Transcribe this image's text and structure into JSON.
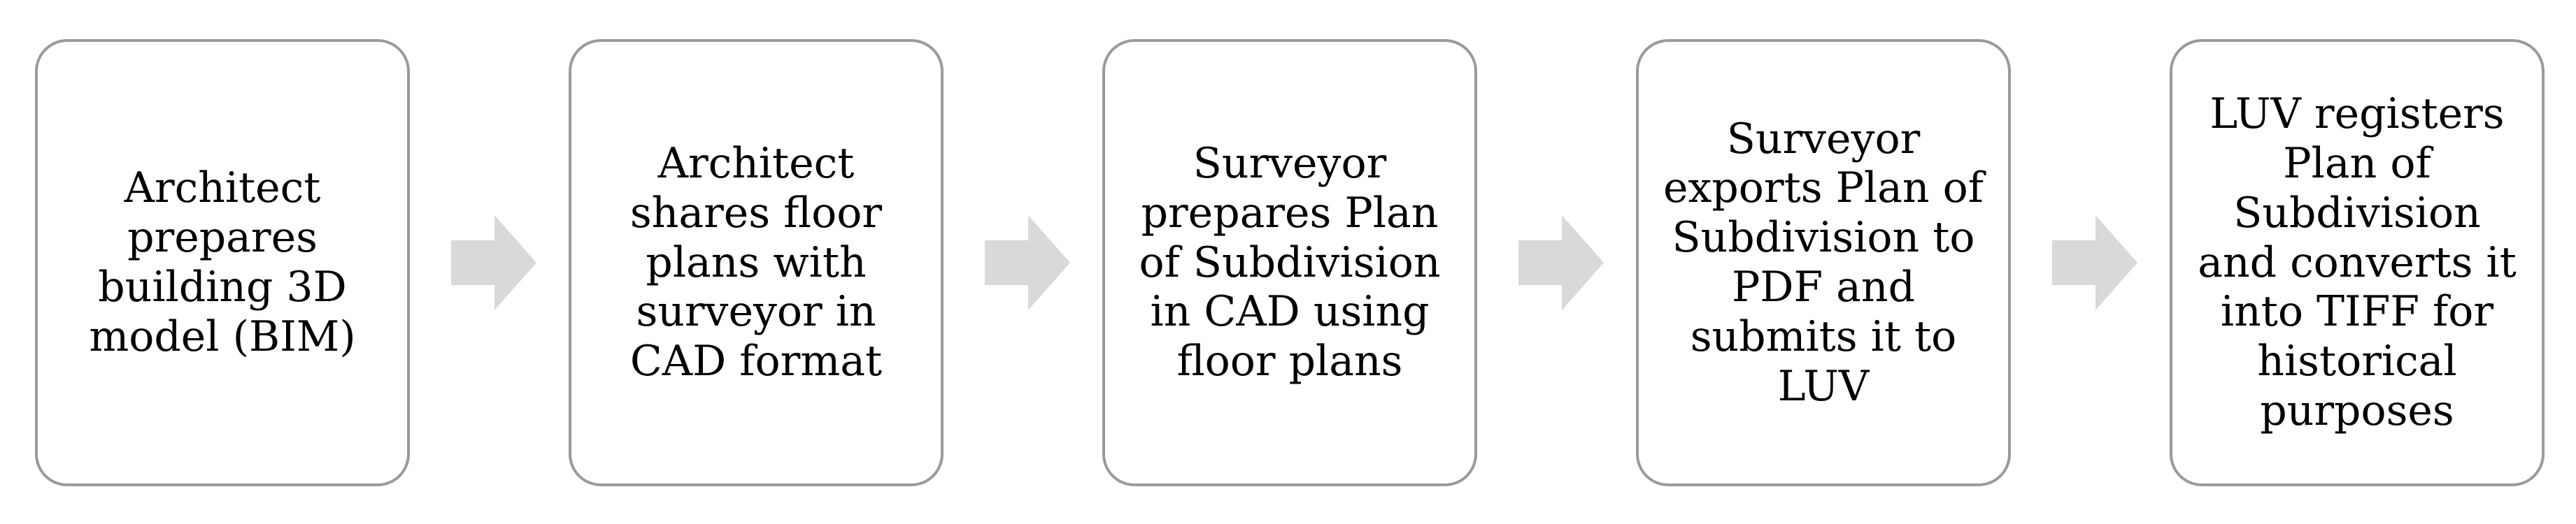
{
  "diagram": {
    "steps": [
      {
        "label": "Architect\nprepares\nbuilding 3D\nmodel (BIM)"
      },
      {
        "label": "Architect\nshares floor\nplans with\nsurveyor in\nCAD format"
      },
      {
        "label": "Surveyor\nprepares Plan\nof Subdivision\nin CAD using\nfloor plans"
      },
      {
        "label": "Surveyor\nexports Plan of\nSubdivision to\nPDF and\nsubmits it to\nLUV"
      },
      {
        "label": "LUV registers\nPlan of\nSubdivision\nand converts it\ninto TIFF for\nhistorical\npurposes"
      }
    ],
    "colors": {
      "box_border": "#9a9a9a",
      "arrow_fill": "#d9d9d9",
      "text": "#000000"
    }
  }
}
